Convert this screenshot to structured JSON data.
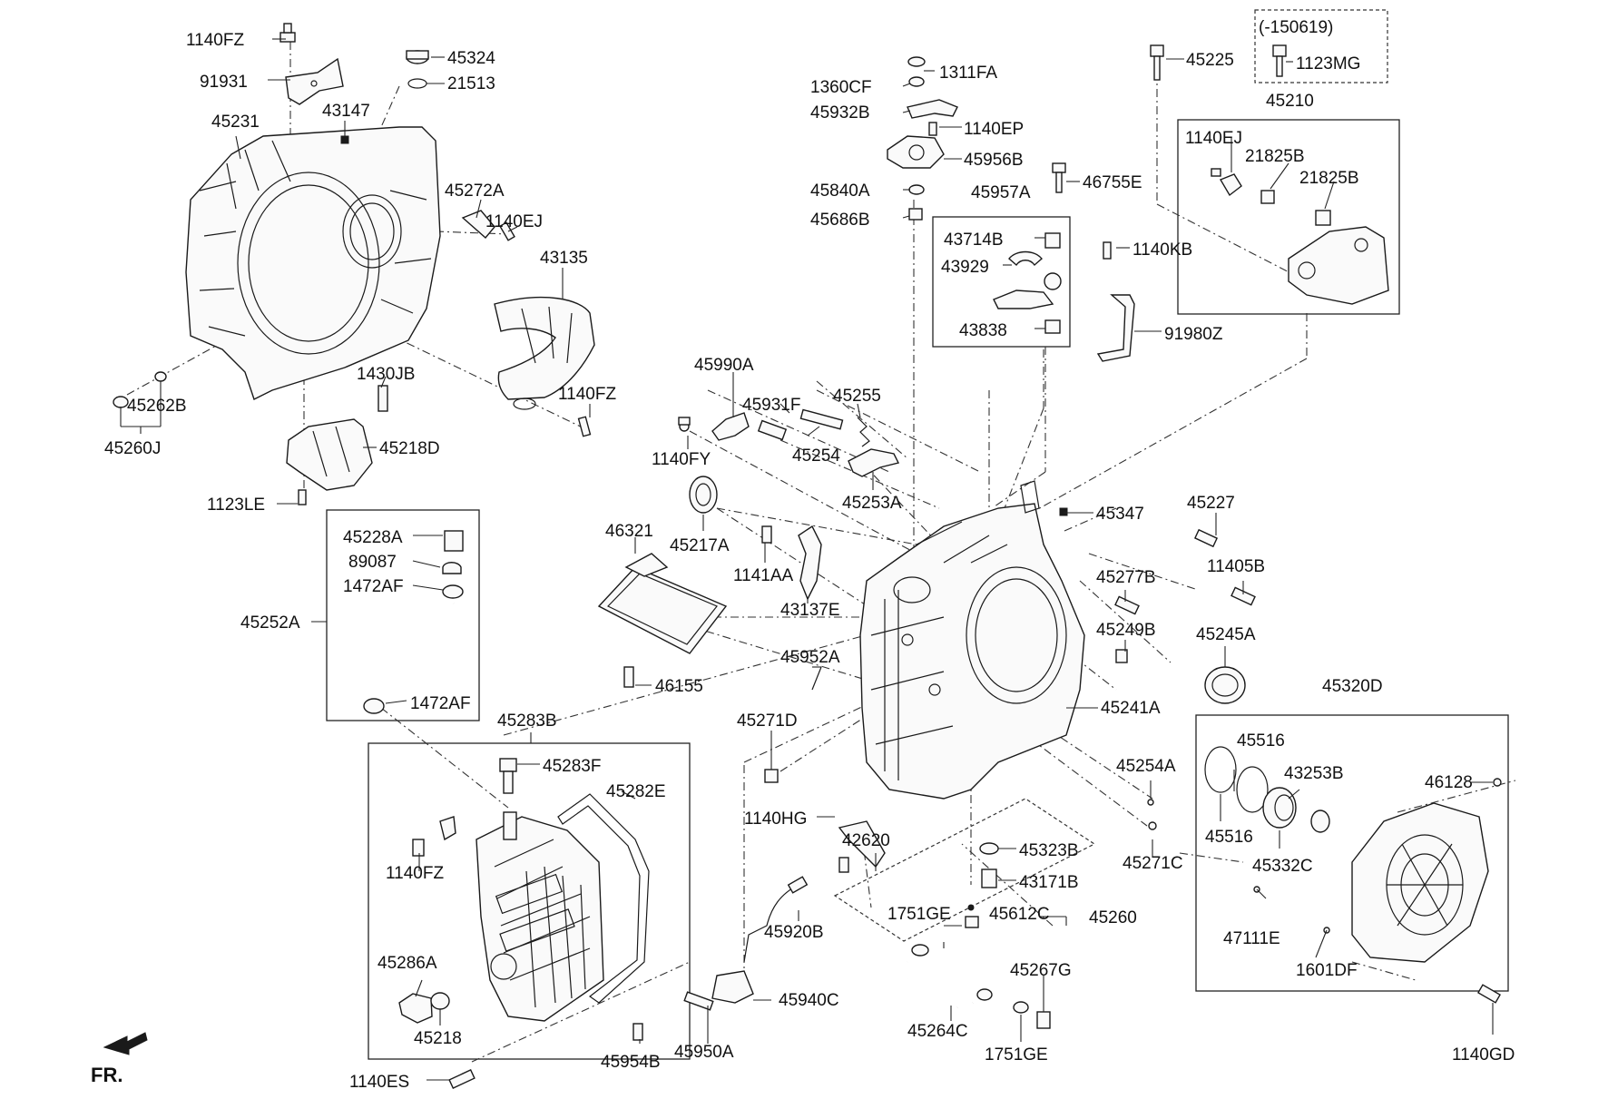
{
  "notes": {
    "variant": "(-150619)"
  },
  "direction_label": "FR.",
  "parts": {
    "p1140FZ_a": "1140FZ",
    "p91931": "91931",
    "p45324": "45324",
    "p21513": "21513",
    "p43147": "43147",
    "p45231": "45231",
    "p45272A": "45272A",
    "p1140EJ_a": "1140EJ",
    "p43135": "43135",
    "p1430JB": "1430JB",
    "p1140FZ_b": "1140FZ",
    "p45262B": "45262B",
    "p45260J": "45260J",
    "p45218D": "45218D",
    "p1123LE": "1123LE",
    "p45228A": "45228A",
    "p89087": "89087",
    "p1472AF_a": "1472AF",
    "p45252A": "45252A",
    "p1472AF_b": "1472AF",
    "p45283B": "45283B",
    "p45283F": "45283F",
    "p45282E": "45282E",
    "p1140FZ_c": "1140FZ",
    "p45286A": "45286A",
    "p45218": "45218",
    "p1140ES": "1140ES",
    "p1311FA": "1311FA",
    "p1360CF": "1360CF",
    "p45932B": "45932B",
    "p1140EP": "1140EP",
    "p45956B": "45956B",
    "p45840A": "45840A",
    "p46755E": "46755E",
    "p45957A": "45957A",
    "p45686B": "45686B",
    "p43714B": "43714B",
    "p43929": "43929",
    "p43838": "43838",
    "p1140KB": "1140KB",
    "p91980Z": "91980Z",
    "p45225": "45225",
    "p1123MG": "1123MG",
    "p45210": "45210",
    "p1140EJ_b": "1140EJ",
    "p21825B_a": "21825B",
    "p21825B_b": "21825B",
    "p45990A": "45990A",
    "p45931F": "45931F",
    "p45255": "45255",
    "p1140FY": "1140FY",
    "p45254": "45254",
    "p45253A": "45253A",
    "p45217A": "45217A",
    "p46321": "46321",
    "p1141AA": "1141AA",
    "p43137E": "43137E",
    "p45952A": "45952A",
    "p46155": "46155",
    "p45347": "45347",
    "p45227": "45227",
    "p45277B": "45277B",
    "p11405B": "11405B",
    "p45249B": "45249B",
    "p45245A": "45245A",
    "p45241A": "45241A",
    "p45271D": "45271D",
    "p1140HG": "1140HG",
    "p42620": "42620",
    "p45254A": "45254A",
    "p45271C": "45271C",
    "p45323B": "45323B",
    "p43171B": "43171B",
    "p1751GE_a": "1751GE",
    "p45612C": "45612C",
    "p45260": "45260",
    "p45920B": "45920B",
    "p45940C": "45940C",
    "p45954B": "45954B",
    "p45950A": "45950A",
    "p45264C": "45264C",
    "p45267G": "45267G",
    "p1751GE_b": "1751GE",
    "p45320D": "45320D",
    "p45516_a": "45516",
    "p43253B": "43253B",
    "p46128": "46128",
    "p45516_b": "45516",
    "p45332C": "45332C",
    "p47111E": "47111E",
    "p1601DF": "1601DF",
    "p1140GD": "1140GD"
  }
}
